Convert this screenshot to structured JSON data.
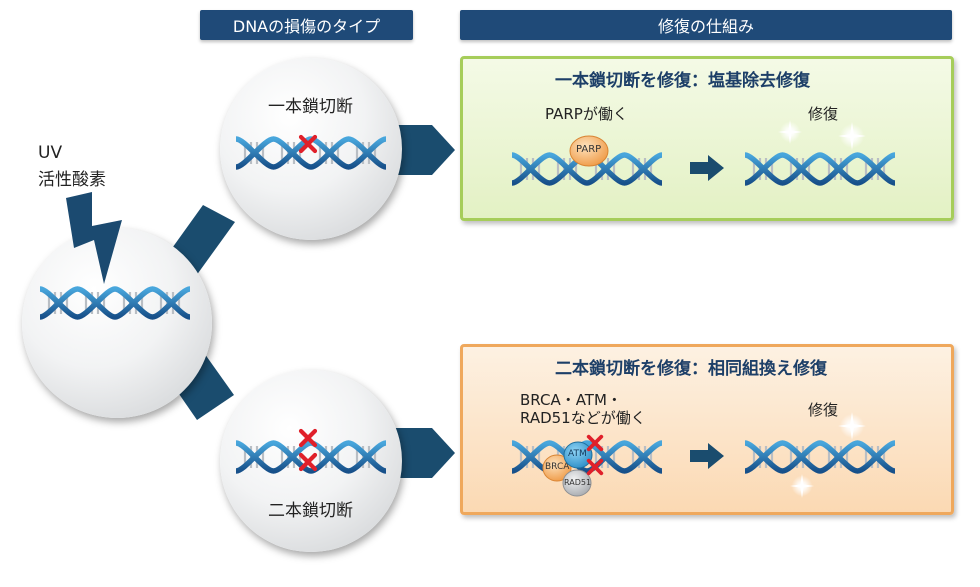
{
  "headers": {
    "damage_types": "DNAの損傷のタイプ",
    "repair_mechanism": "修復の仕組み"
  },
  "cause": {
    "line1": "UV",
    "line2": "活性酸素"
  },
  "single_strand": {
    "label": "一本鎖切断",
    "repair_title": "一本鎖切断を修復：塩基除去修復",
    "actor_text": "PARPが働く",
    "protein": "PARP",
    "result": "修復"
  },
  "double_strand": {
    "label": "二本鎖切断",
    "repair_title": "二本鎖切断を修復：相同組換え修復",
    "actor_line1": "BRCA・ATM・",
    "actor_line2": "RAD51などが働く",
    "proteins": [
      "ATM",
      "BRCA",
      "RAD51"
    ],
    "result": "修復"
  },
  "colors": {
    "header_bg": "#1f4a78",
    "dna_blue": "#1e73b5",
    "arrow": "#1a4c6e",
    "break_mark": "#e0202a",
    "green_border": "#a6cd5a",
    "orange_border": "#efa85c"
  }
}
